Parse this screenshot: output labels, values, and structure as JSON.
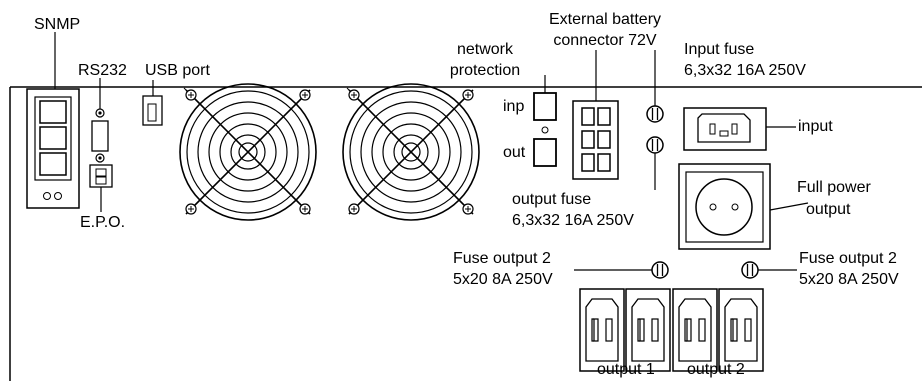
{
  "labels": {
    "snmp": "SNMP",
    "rs232": "RS232",
    "usb": "USB port",
    "external_battery_1": "External battery",
    "external_battery_2": "connector 72V",
    "network_protection_1": "network",
    "network_protection_2": "protection",
    "input_fuse_1": "Input fuse",
    "input_fuse_2": "6,3x32 16A 250V",
    "inp": "inp",
    "out": "out",
    "input": "input",
    "output_fuse_1": "output fuse",
    "output_fuse_2": "6,3x32 16A 250V",
    "full_power_1": "Full power",
    "full_power_2": "output",
    "epo": "E.P.O.",
    "fuse_out2_left_1": "Fuse output 2",
    "fuse_out2_left_2": "5x20 8A 250V",
    "fuse_out2_right_1": "Fuse output 2",
    "fuse_out2_right_2": "5x20 8A 250V",
    "output1": "output 1",
    "output2": "output 2"
  }
}
